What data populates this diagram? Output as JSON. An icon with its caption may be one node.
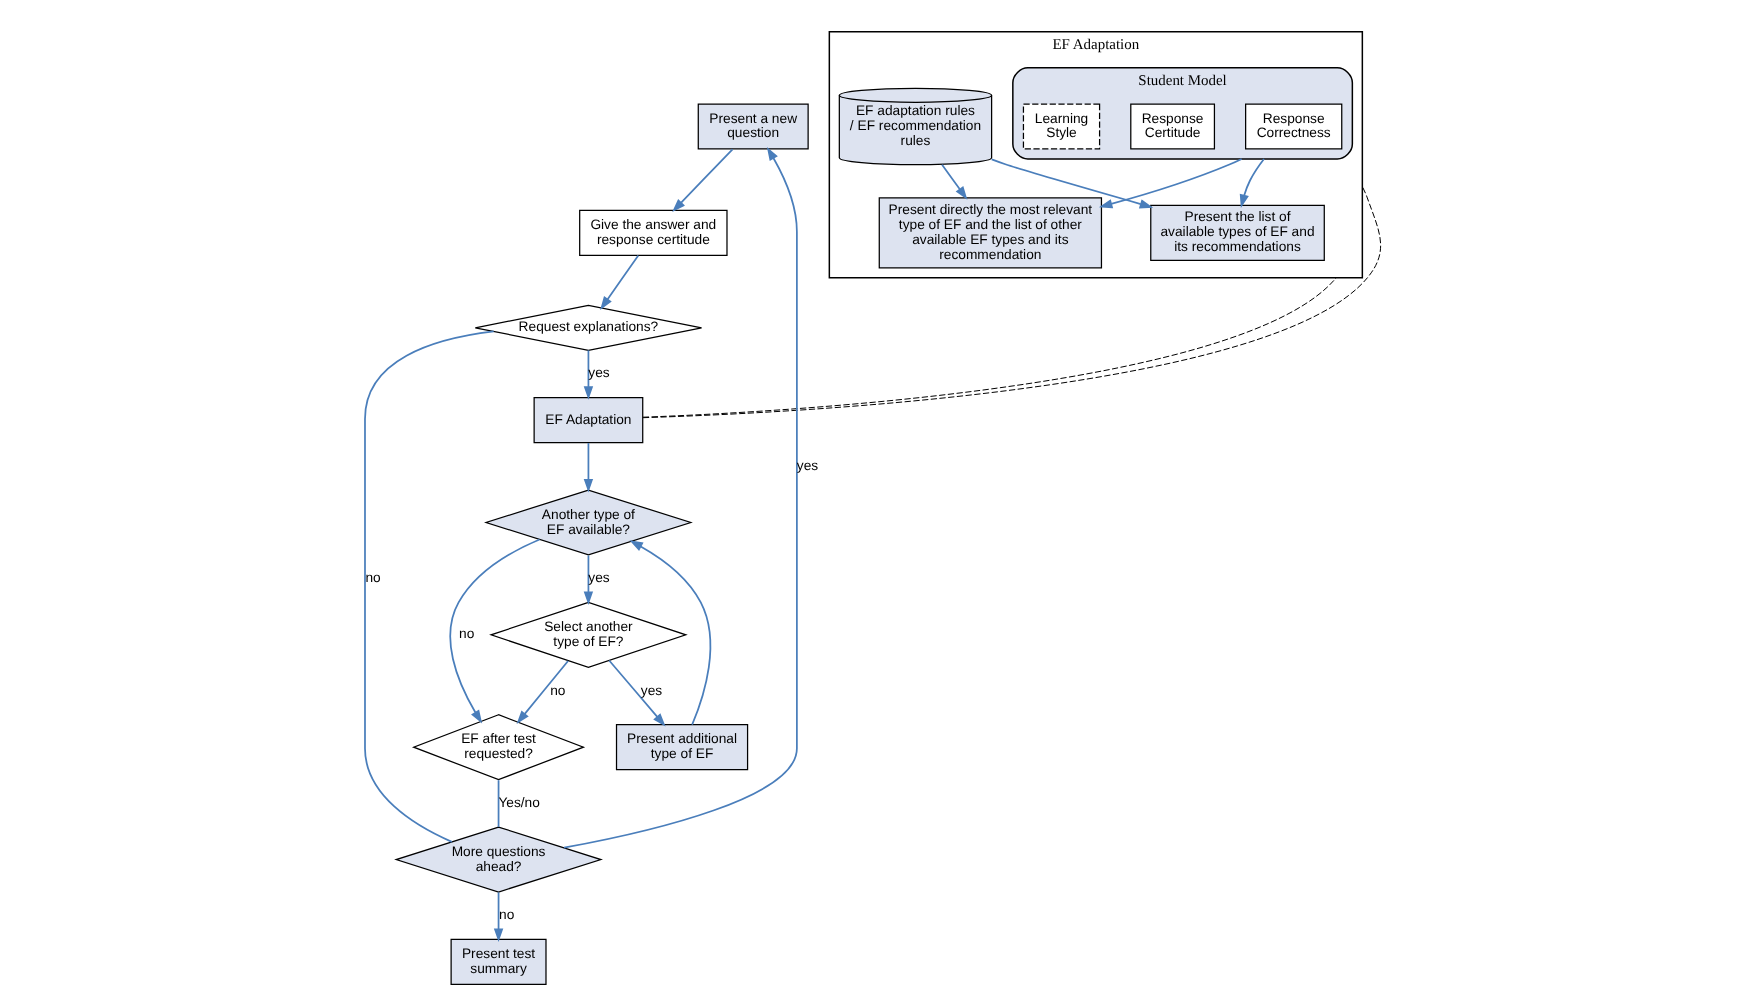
{
  "diagram": {
    "nodes": [
      {
        "text": [
          "Present a new question"
        ]
      },
      {
        "text": [
          "Give the answer and response certitude"
        ]
      },
      {
        "text": [
          "Request explanations?"
        ]
      },
      {
        "text": [
          "EF Adaptation"
        ]
      },
      {
        "text": [
          "Another type of EF available?"
        ]
      },
      {
        "text": [
          "Select another type of EF?"
        ]
      },
      {
        "text": [
          "Present additional type of EF"
        ]
      },
      {
        "text": [
          "More questions ahead?"
        ]
      },
      {
        "text": [
          "EF after test requested?"
        ]
      },
      {
        "text": [
          "Present test summary"
        ]
      },
      {
        "text": [
          "EF Adaptation"
        ]
      },
      {
        "text": [
          "Student Model"
        ],
        "in": 10
      },
      {
        "text": [
          "Response Correctness"
        ],
        "in": 11
      },
      {
        "text": [
          "Response Certitude"
        ],
        "in": 11
      },
      {
        "text": [
          "Learning Style"
        ],
        "in": 11
      },
      {
        "text": [
          "EF adaptation rules / EF recommendation rules"
        ],
        "in": 10
      },
      {
        "text": [
          "Present directly the most relevant type of EF and the list of other available EF types and its recommendation"
        ],
        "in": 10
      },
      {
        "text": [
          "Present the list of available types of EF and its recommendations"
        ],
        "in": 10
      }
    ],
    "edges": [
      {
        "from": 0,
        "to": 1,
        "arrow": "to"
      },
      {
        "from": 1,
        "to": 2,
        "arrow": "to"
      },
      {
        "from": 2,
        "to": 3,
        "label": "yes",
        "arrow": "to"
      },
      {
        "from": 2,
        "to": 7,
        "label": "no",
        "arrow": "none"
      },
      {
        "from": 8,
        "to": 7,
        "label": "Yes/no",
        "arrow": "none"
      },
      {
        "from": 7,
        "to": 0,
        "label": "yes",
        "arrow": "to"
      },
      {
        "from": 7,
        "to": 9,
        "label": "no",
        "arrow": "to"
      },
      {
        "from": 3,
        "to": 4,
        "arrow": "to"
      },
      {
        "from": 4,
        "to": 5,
        "label": "yes",
        "arrow": "to"
      },
      {
        "from": 4,
        "to": 8,
        "label": "no",
        "arrow": "to"
      },
      {
        "from": 5,
        "to": 8,
        "label": "no",
        "arrow": "to"
      },
      {
        "from": 5,
        "to": 6,
        "label": "yes",
        "arrow": "to"
      },
      {
        "from": 6,
        "to": 4,
        "arrow": "to"
      },
      {
        "from": 3,
        "to": 10,
        "arrow": "none",
        "style": "dashed",
        "color": "#000000"
      },
      {
        "from": 3,
        "to": 10,
        "arrow": "none",
        "style": "dashed",
        "color": "#000000"
      },
      {
        "from": 11,
        "to": 16,
        "arrow": "to"
      },
      {
        "from": 11,
        "to": 17,
        "arrow": "to"
      },
      {
        "from": 15,
        "to": 16,
        "arrow": "to"
      },
      {
        "from": 15,
        "to": 17,
        "arrow": "to"
      }
    ]
  }
}
